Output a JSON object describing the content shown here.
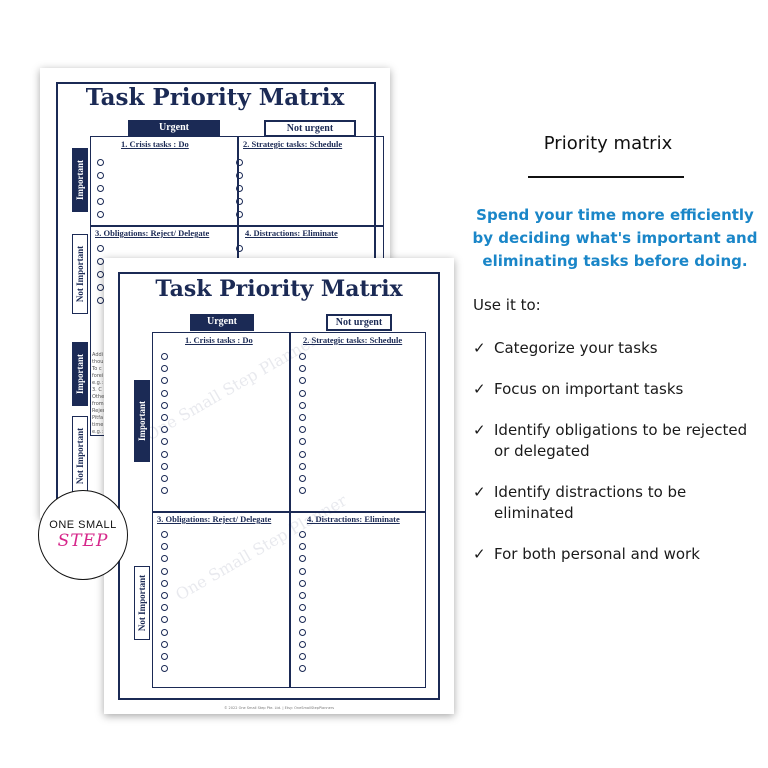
{
  "sheet": {
    "title": "Task Priority Matrix",
    "urgent": "Urgent",
    "not_urgent": "Not urgent",
    "q1": "1. Crisis tasks : Do",
    "q2": "2. Strategic tasks: Schedule",
    "q3": "3. Obligations: Reject/ Delegate",
    "q4": "4. Distractions: Eliminate",
    "important": "Important",
    "not_important": "Not Important",
    "back_q1": "1. Crisis tasks : Do",
    "back_q2": "2. Strategic tasks: Schedule",
    "back_q3": "3. Obligations: Reject/ Delegate",
    "back_q4": "4. Distractions: Eliminate",
    "footer": "© 2022 One Small Step Pte. Ltd.  |  Etsy: OneSmallStepPlanners",
    "watermark": "One Small Step Planner",
    "snippet_lines": [
      "Addi",
      "thou",
      "To c",
      "forei",
      "",
      "e.g.:",
      "",
      "3. C",
      "Othe",
      "from",
      "Rejec",
      "Pitfa",
      "time",
      "",
      "e.g.:"
    ]
  },
  "badge": {
    "line1": "ONE SMALL",
    "line2": "STEP"
  },
  "panel": {
    "title": "Priority matrix",
    "tagline": "Spend your time more efficiently by deciding what's important and eliminating tasks before doing.",
    "use_label": "Use it to:",
    "check_glyph": "✓",
    "items": [
      "Categorize your tasks",
      "Focus on important tasks",
      "Identify obligations to be rejected or delegated",
      "Identify distractions to be eliminated",
      "For both personal and work"
    ]
  },
  "colors": {
    "navy": "#1b2a55",
    "tagline_blue": "#1a86c8",
    "step_pink": "#d6258a"
  }
}
